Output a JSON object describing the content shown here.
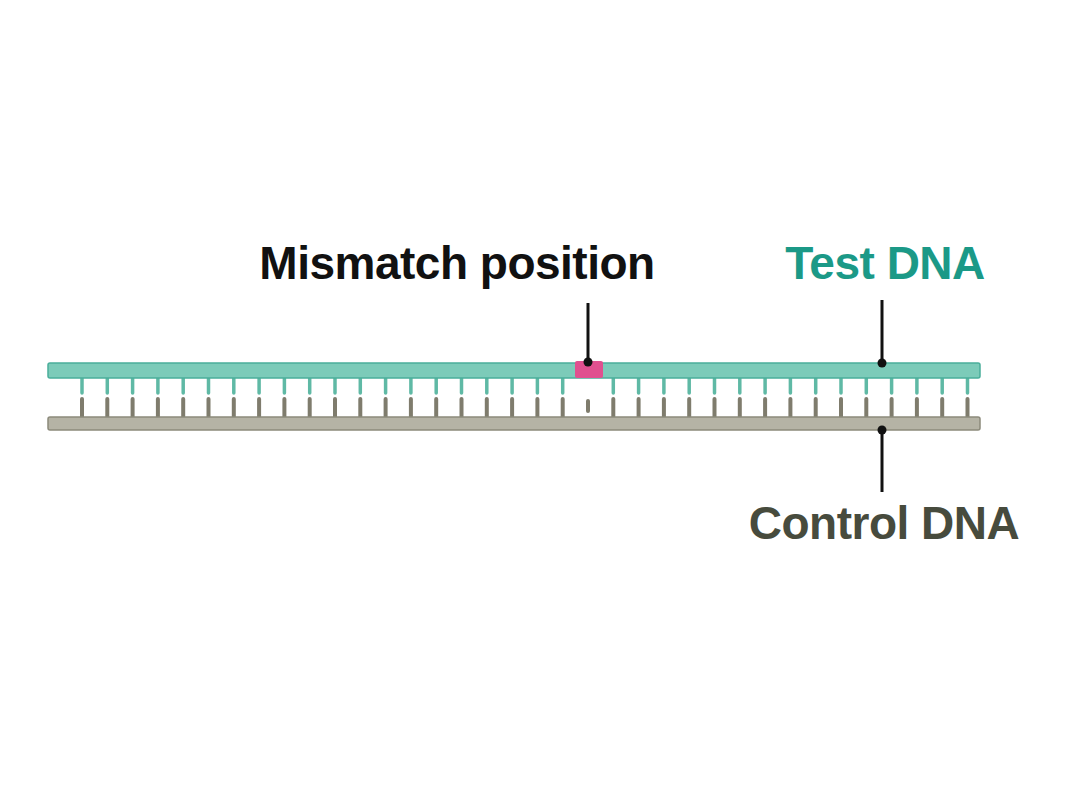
{
  "diagram": {
    "labels": [
      "Mismatch position",
      "Test DNA",
      "Control DNA"
    ]
  }
}
